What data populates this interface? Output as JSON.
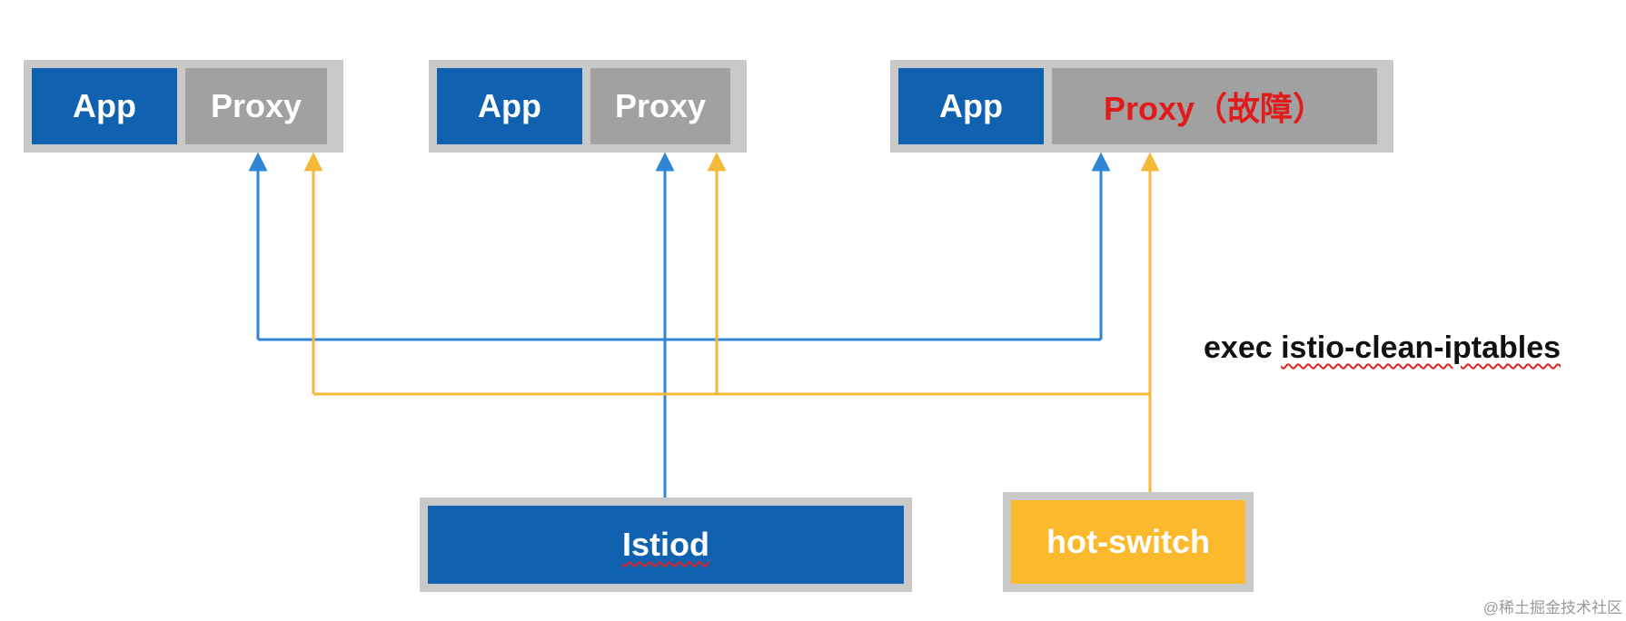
{
  "pods": [
    {
      "app_label": "App",
      "proxy_label": "Proxy"
    },
    {
      "app_label": "App",
      "proxy_label": "Proxy"
    },
    {
      "app_label": "App",
      "proxy_label": "Proxy（故障）"
    }
  ],
  "istiod_label": "Istiod",
  "hot_switch_label": "hot-switch",
  "command_prefix": "exec ",
  "command_name": "istio-clean-iptables",
  "watermark": "@稀土掘金技术社区",
  "colors": {
    "app": "#1062b0",
    "proxy": "#a1a1a1",
    "fault_text": "#e11b1b",
    "istiod_line": "#2f86d6",
    "hot_switch_line": "#f6b839",
    "hot_switch": "#fbb92b"
  }
}
